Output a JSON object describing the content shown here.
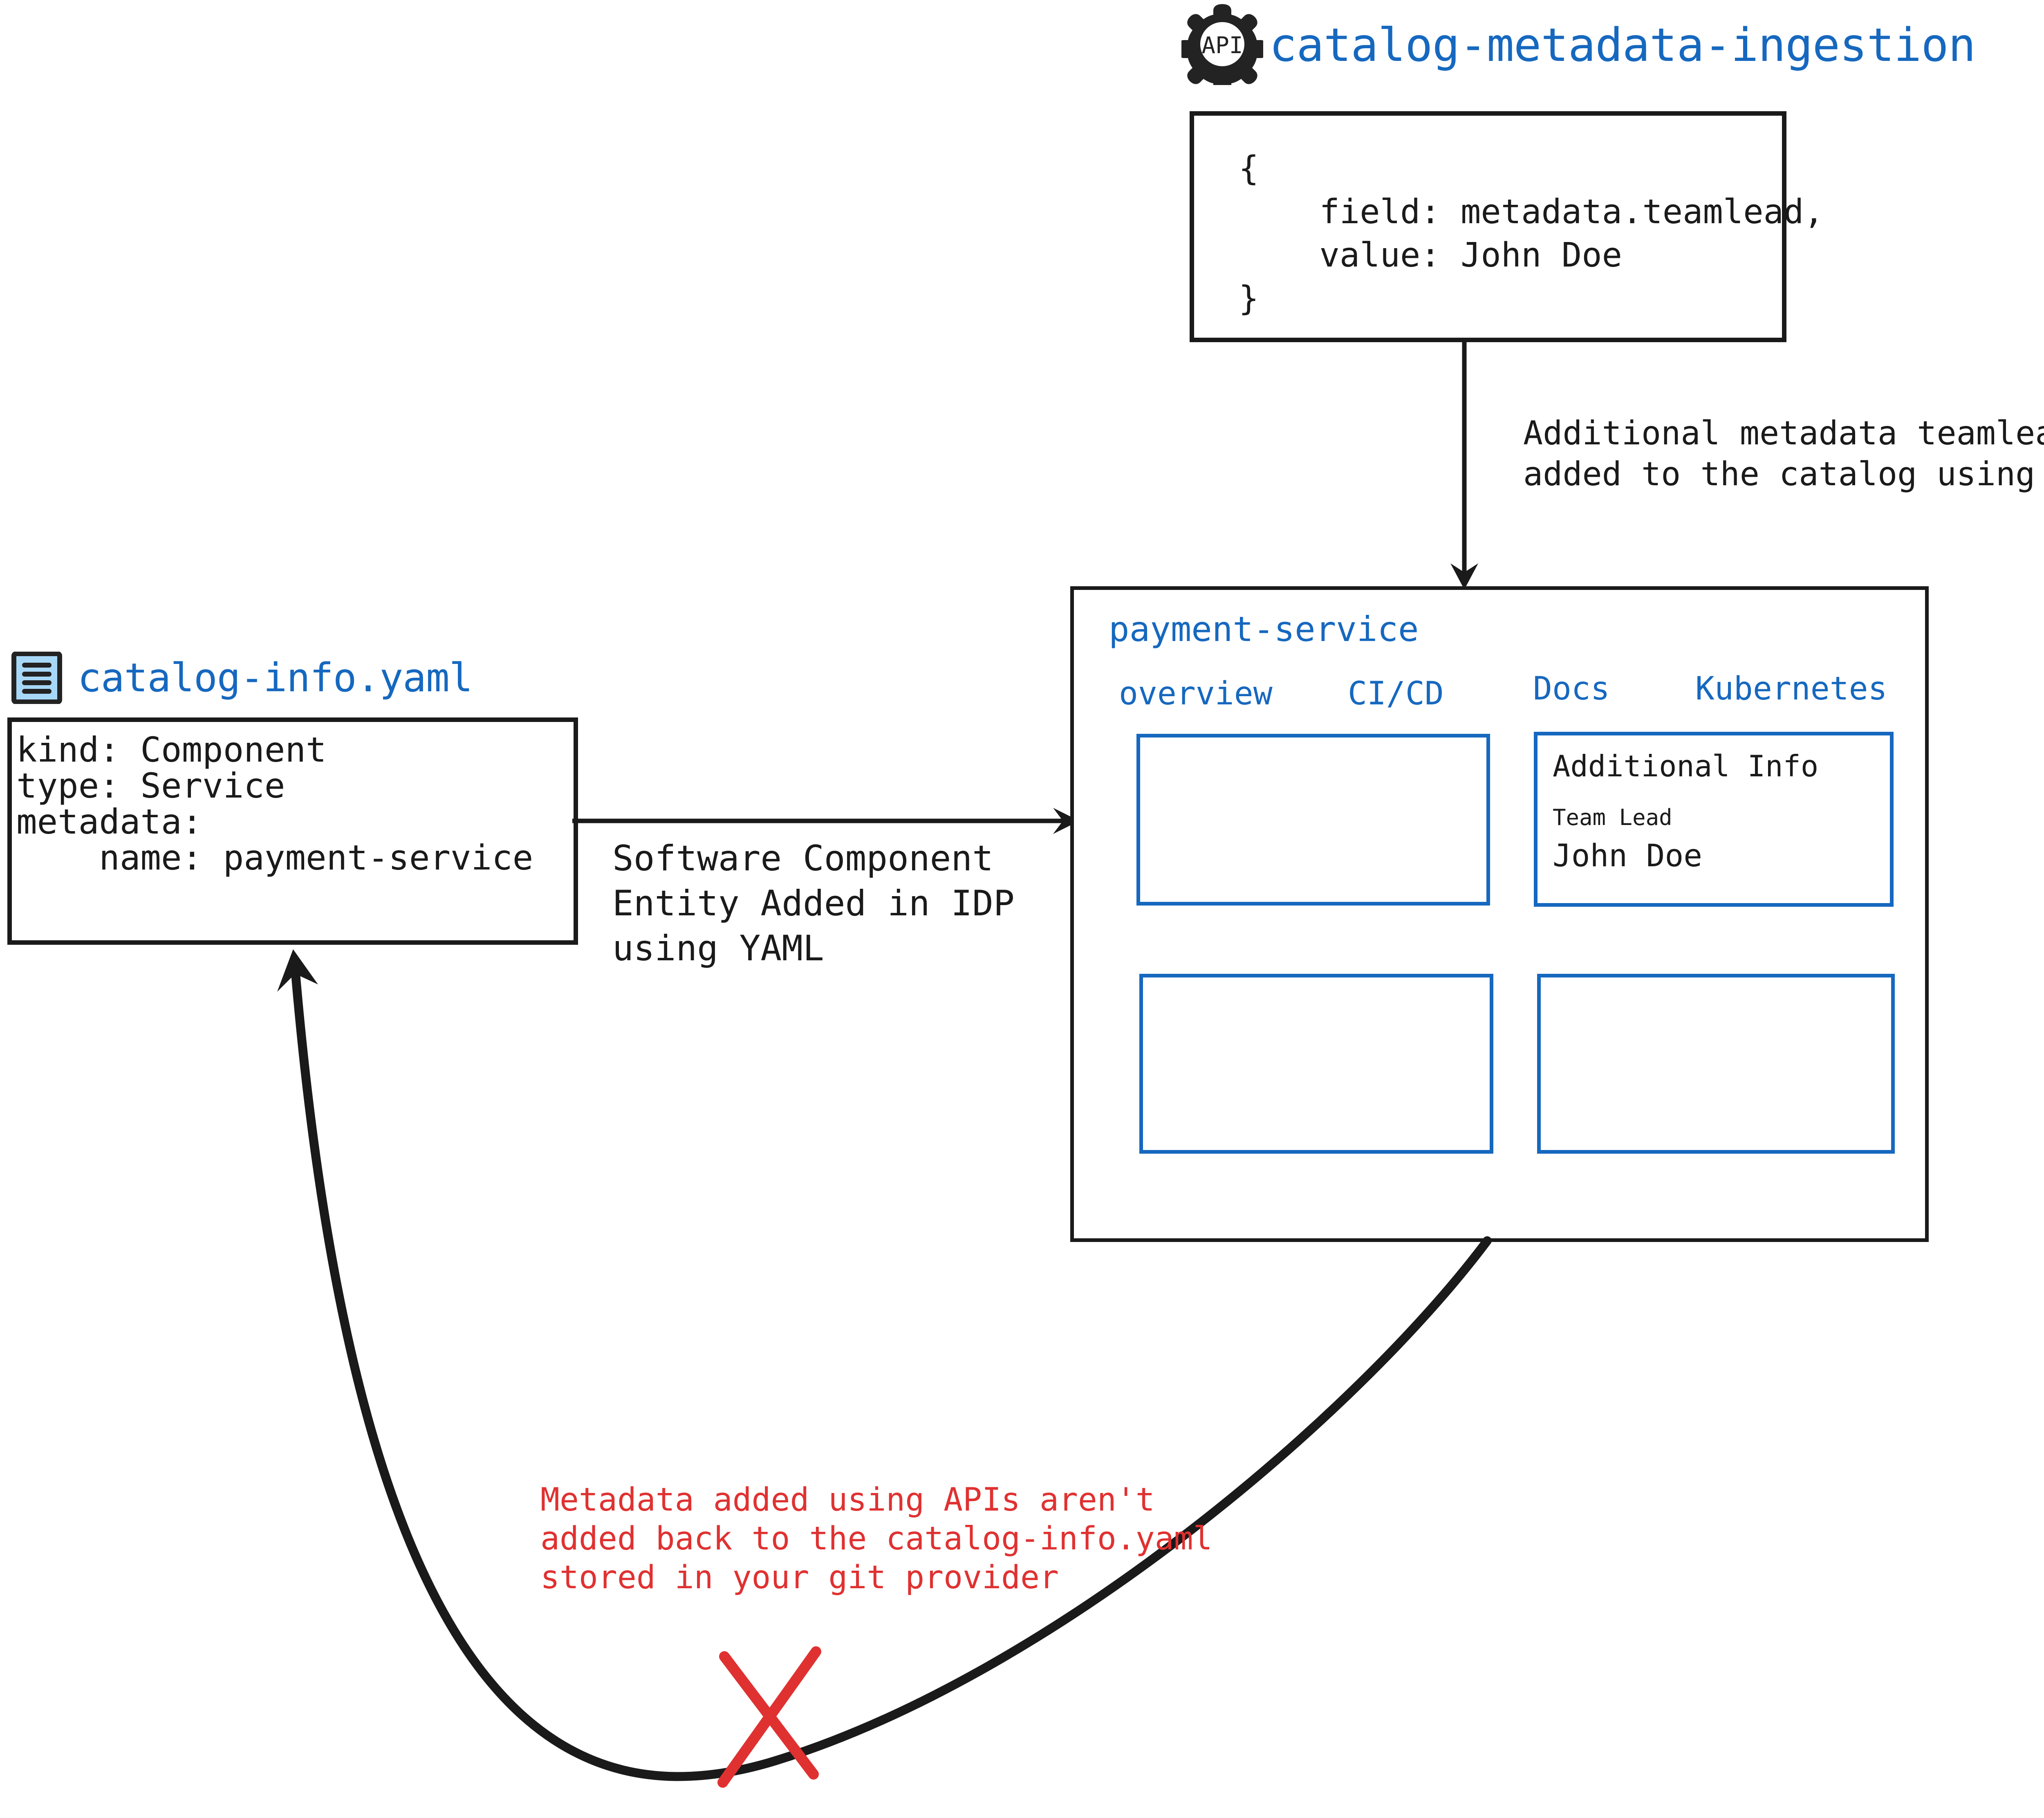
{
  "api_source": {
    "icon": "api-gear-icon",
    "icon_label": "API",
    "title": "catalog-metadata-ingestion",
    "code": "{\n    field: metadata.teamlead,\n    value: John Doe\n}"
  },
  "ingest_arrow": {
    "label": "Additional metadata teamlead\nadded to the catalog using APIs"
  },
  "yaml_source": {
    "icon": "yaml-document-icon",
    "title": "catalog-info.yaml",
    "code": "kind: Component\ntype: Service\nmetadata:\n    name: payment-service"
  },
  "entity_arrow": {
    "label": "Software Component\nEntity Added in IDP\nusing YAML"
  },
  "panel": {
    "title": "payment-service",
    "tabs": [
      {
        "label": "overview"
      },
      {
        "label": "CI/CD"
      },
      {
        "label": "Docs"
      },
      {
        "label": "Kubernetes"
      }
    ],
    "cards": {
      "additional_info": {
        "heading": "Additional Info",
        "field_label": "Team Lead",
        "field_value": "John Doe"
      }
    }
  },
  "warning": {
    "text": "Metadata added using APIs aren't\nadded back to the catalog-info.yaml\nstored in your git provider",
    "marker": "red-cross-icon"
  },
  "colors": {
    "accent_blue": "#1668bf",
    "warning_red": "#e03131",
    "stroke_dark": "#1a1a1a",
    "yaml_icon_fill": "#a8d8f8"
  }
}
